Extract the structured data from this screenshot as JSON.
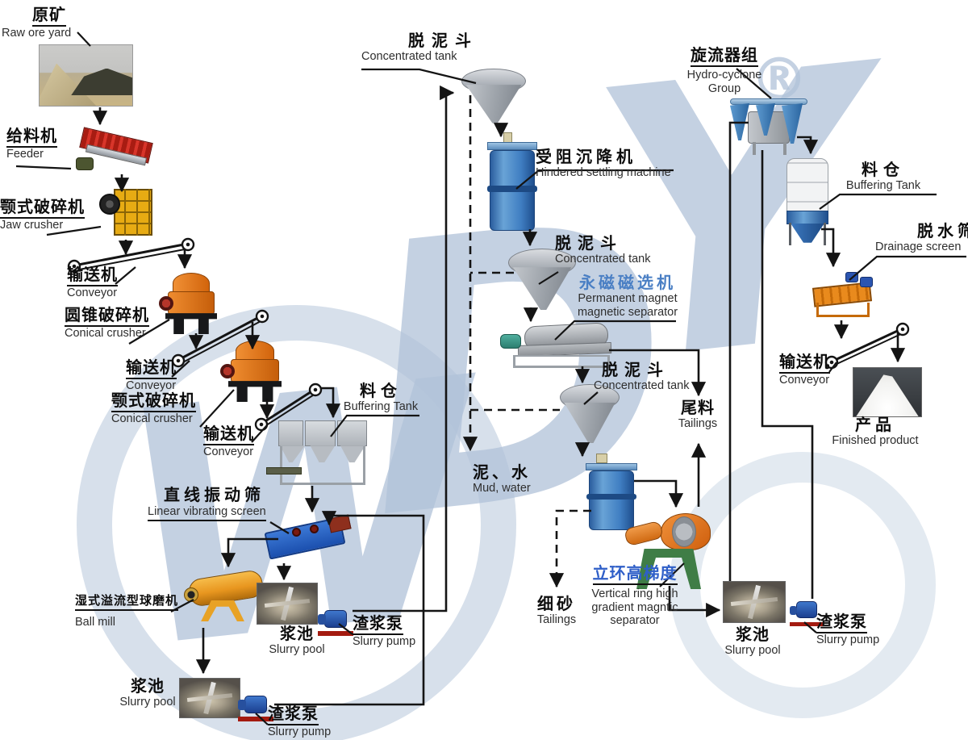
{
  "watermark": {
    "text_w": "W",
    "text_d": "D",
    "text_y": "Y",
    "reg": "®"
  },
  "colors": {
    "label_blue": "#4a7fc4",
    "label_blue_strong": "#2f5fc8",
    "line_black": "#141414",
    "watermark_blue": "#b0c2d8"
  },
  "nodes": {
    "raw_ore": {
      "zh": "原矿",
      "en": "Raw ore yard"
    },
    "feeder": {
      "zh": "给料机",
      "en": "Feeder"
    },
    "jaw_crusher": {
      "zh": "颚式破碎机",
      "en": "Jaw crusher"
    },
    "conveyor1": {
      "zh": "输送机",
      "en": "Conveyor"
    },
    "conical_crusher1": {
      "zh": "圆锥破碎机",
      "en": "Conical crusher"
    },
    "conveyor2": {
      "zh": "输送机",
      "en": "Conveyor"
    },
    "conical_crusher2": {
      "zh": "颚式破碎机",
      "en": "Conical crusher"
    },
    "conveyor3": {
      "zh": "输送机",
      "en": "Conveyor"
    },
    "buffering_tank_left": {
      "zh": "料仓",
      "en": "Buffering Tank"
    },
    "vibrating_screen": {
      "zh": "直线振动筛",
      "en": "Linear vibrating screen"
    },
    "ball_mill": {
      "zh": "湿式溢流型球磨机",
      "en": "Ball mill"
    },
    "slurry_pool_mid": {
      "zh": "浆池",
      "en": "Slurry pool"
    },
    "slurry_pump_mid": {
      "zh": "渣浆泵",
      "en": "Slurry pump"
    },
    "slurry_pool_bottom": {
      "zh": "浆池",
      "en": "Slurry pool"
    },
    "slurry_pump_bottom": {
      "zh": "渣浆泵",
      "en": "Slurry pump"
    },
    "conc_tank1": {
      "zh": "脱泥斗",
      "en": "Concentrated tank"
    },
    "hindered_settler": {
      "zh": "受阻沉降机",
      "en": "Hindered settling machine"
    },
    "conc_tank2": {
      "zh": "脱泥斗",
      "en": "Concentrated tank"
    },
    "magnet_separator": {
      "zh": "永磁磁选机",
      "en1": "Permanent magnet",
      "en2": "magnetic separator"
    },
    "conc_tank3": {
      "zh": "脱泥斗",
      "en": "Concentrated tank"
    },
    "mud_water": {
      "zh": "泥、水",
      "en": "Mud, water"
    },
    "tailings_mid": {
      "zh": "尾料",
      "en": "Tailings"
    },
    "fine_sand": {
      "zh": "细砂",
      "en": "Tailings"
    },
    "vr_separator": {
      "zh": "立环高梯度",
      "en1": "Vertical ring high",
      "en2": "gradient magntic",
      "en3": "separator"
    },
    "hydrocyclone": {
      "zh": "旋流器组",
      "en1": "Hydro-cyclone",
      "en2": "Group"
    },
    "buffering_tank_right": {
      "zh": "料仓",
      "en": "Buffering Tank"
    },
    "drainage_screen": {
      "zh": "脱水筛",
      "en": "Drainage screen"
    },
    "conveyor4": {
      "zh": "输送机",
      "en": "Conveyor"
    },
    "finished_product": {
      "zh": "产品",
      "en": "Finished product"
    },
    "slurry_pool_right": {
      "zh": "浆池",
      "en": "Slurry pool"
    },
    "slurry_pump_right": {
      "zh": "渣浆泵",
      "en": "Slurry pump"
    }
  }
}
